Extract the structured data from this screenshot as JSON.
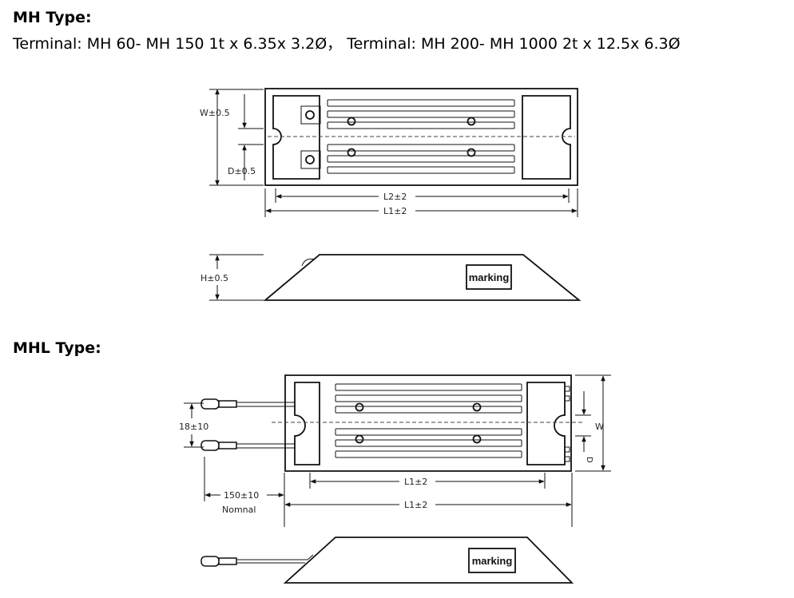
{
  "mh": {
    "heading": "MH Type:",
    "terminal_line": "Terminal: MH 60- MH 150 1t x 6.35x 3.2Ø，  Terminal: MH 200- MH 1000 2t x 12.5x 6.3Ø",
    "top_labels": {
      "w": "W±0.5",
      "d": "D±0.5",
      "l2": "L2±2",
      "l1": "L1±2"
    },
    "side_labels": {
      "h": "H±0.5",
      "marking": "marking"
    }
  },
  "mhl": {
    "heading": "MHL Type:",
    "top_labels": {
      "lead_gap": "18±10",
      "lead_len": "150±10",
      "nominal": "Nomnal",
      "l1_inner": "L1±2",
      "l1_outer": "L1±2",
      "w": "W",
      "d": "D"
    },
    "side_labels": {
      "marking": "marking"
    }
  }
}
